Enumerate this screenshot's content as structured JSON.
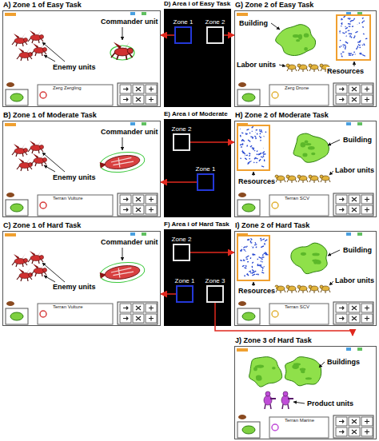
{
  "diagram": {
    "nodes": [
      {
        "text": [
          "A) Zone 1 of Easy Task"
        ]
      },
      {
        "text": [
          "D) Area i of Easy Task"
        ]
      },
      {
        "text": [
          "Zone 1"
        ],
        "in": 1
      },
      {
        "text": [
          "Zone 2"
        ],
        "in": 1
      },
      {
        "text": [
          "G) Zone 2 of Easy Task"
        ]
      },
      {
        "text": [
          "B) Zone 1 of Moderate Task"
        ]
      },
      {
        "text": [
          "E) Area i of Moderate Task"
        ]
      },
      {
        "text": [
          "Zone 2"
        ],
        "in": 6
      },
      {
        "text": [
          "Zone 1"
        ],
        "in": 6
      },
      {
        "text": [
          "H) Zone 2 of Moderate Task"
        ]
      },
      {
        "text": [
          "C) Zone 1 of Hard Task"
        ]
      },
      {
        "text": [
          "F) Area i of Hard Task"
        ]
      },
      {
        "text": [
          "Zone 2"
        ],
        "in": 11
      },
      {
        "text": [
          "Zone 1"
        ],
        "in": 11
      },
      {
        "text": [
          "Zone 3"
        ],
        "in": 11
      },
      {
        "text": [
          "I) Zone 2 of Hard Task"
        ]
      },
      {
        "text": [
          "J) Zone 3 of Hard Task"
        ]
      }
    ],
    "edges": [
      {
        "from": 2,
        "to": 0,
        "arrow": "to"
      },
      {
        "from": 3,
        "to": 4,
        "arrow": "to"
      },
      {
        "from": 8,
        "to": 5,
        "arrow": "to"
      },
      {
        "from": 7,
        "to": 9,
        "arrow": "to"
      },
      {
        "from": 13,
        "to": 10,
        "arrow": "to"
      },
      {
        "from": 12,
        "to": 15,
        "arrow": "to"
      },
      {
        "from": 14,
        "to": 16,
        "arrow": "to"
      }
    ],
    "labels": [
      "Commander unit",
      "Enemy units",
      "Zerg Zergling",
      "Building",
      "Labor units",
      "Resources",
      "Zerg Drone",
      "Commander unit",
      "Enemy units",
      "Terran Vulture",
      "Resources",
      "Building",
      "Labor units",
      "Terran SCV",
      "Commander unit",
      "Enemy units",
      "Terran Vulture",
      "Resources",
      "Building",
      "Labor units",
      "Terran SCV",
      "Buildings",
      "Product units",
      "Terran Marine"
    ]
  }
}
